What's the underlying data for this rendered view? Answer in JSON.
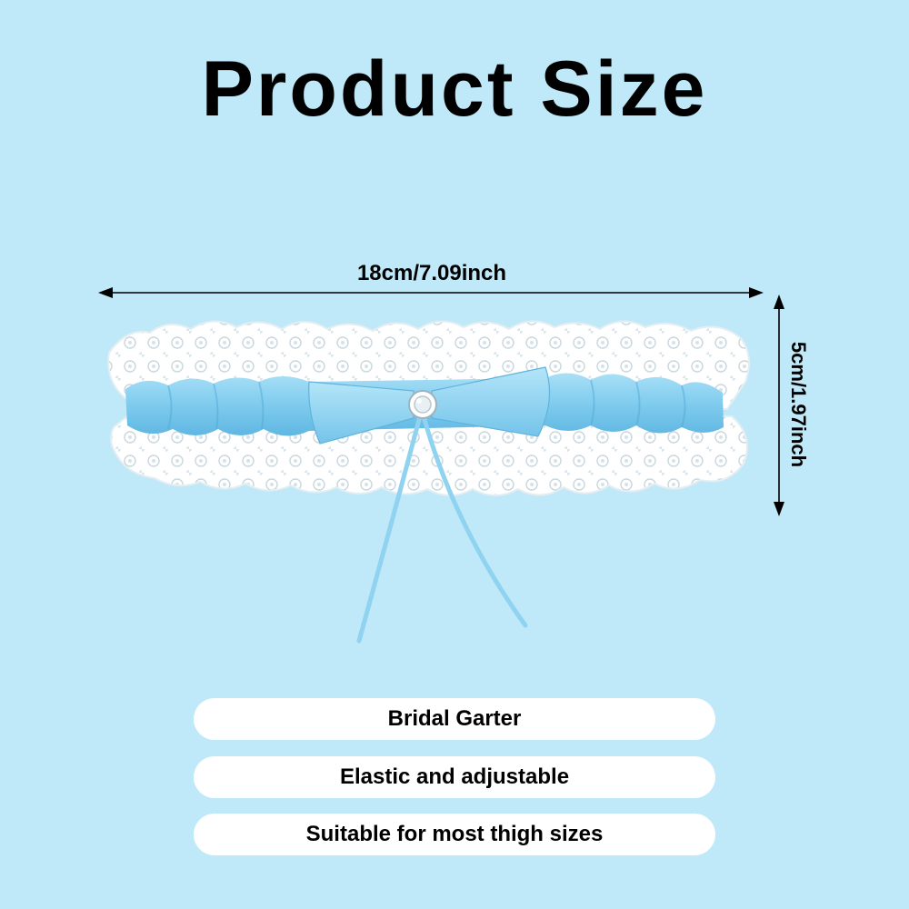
{
  "title": "Product Size",
  "dimensions": {
    "width_label": "18cm/7.09inch",
    "height_label": "5cm/1.97inch"
  },
  "features": [
    "Bridal Garter",
    "Elastic and adjustable",
    "Suitable for most thigh sizes"
  ],
  "colors": {
    "background": "#bfe9f8",
    "ribbon": "#8fd3f1",
    "lace": "#ffffff",
    "pill": "#ffffff"
  }
}
